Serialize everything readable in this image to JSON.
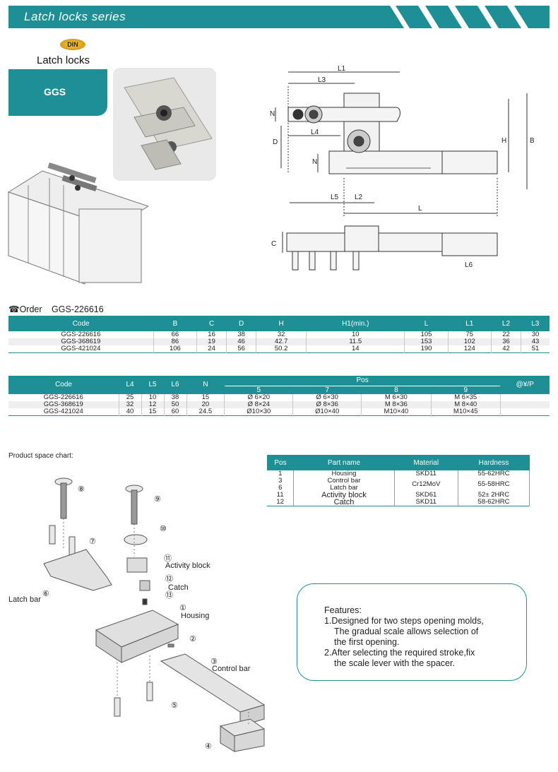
{
  "header": {
    "title": "Latch locks series"
  },
  "badge": {
    "din": "DIN"
  },
  "section_heading": "Latch locks",
  "product_tab": "GGS",
  "dimension_labels": {
    "L1": "L1",
    "L3": "L3",
    "L4": "L4",
    "L5": "L5",
    "L2": "L2",
    "L": "L",
    "L6": "L6",
    "N": "N",
    "D": "D",
    "H": "H",
    "B": "B",
    "C": "C"
  },
  "order": {
    "label": "Order",
    "code": "GGS-226616"
  },
  "table1": {
    "headers": [
      "Code",
      "B",
      "C",
      "D",
      "H",
      "H1(min.)",
      "L",
      "L1",
      "L2",
      "L3"
    ],
    "rows": [
      [
        "GGS-226616",
        "66",
        "16",
        "38",
        "32",
        "10",
        "105",
        "75",
        "22",
        "30"
      ],
      [
        "GGS-368619",
        "86",
        "19",
        "46",
        "42.7",
        "11.5",
        "153",
        "102",
        "36",
        "43"
      ],
      [
        "GGS-421024",
        "106",
        "24",
        "56",
        "50.2",
        "14",
        "190",
        "124",
        "42",
        "51"
      ]
    ]
  },
  "table2": {
    "headers": [
      "Code",
      "L4",
      "L5",
      "L6",
      "N",
      "Pos",
      "@¥/P"
    ],
    "pos_headers": [
      "5",
      "7",
      "8",
      "9"
    ],
    "rows": [
      [
        "GGS-226616",
        "25",
        "10",
        "38",
        "15",
        "Ø 6×20",
        "Ø 6×30",
        "M 6×30",
        "M 6×35",
        ""
      ],
      [
        "GGS-368619",
        "32",
        "12",
        "50",
        "20",
        "Ø 8×24",
        "Ø 8×36",
        "M 8×36",
        "M 8×40",
        ""
      ],
      [
        "GGS-421024",
        "40",
        "15",
        "60",
        "24.5",
        "Ø10×30",
        "Ø10×40",
        "M10×40",
        "M10×45",
        ""
      ]
    ]
  },
  "space_chart_title": "Product space chart:",
  "table3": {
    "headers": [
      "Pos",
      "Part name",
      "Material",
      "Hardness"
    ],
    "rows": [
      {
        "pos": "1",
        "name": "Housing",
        "material": "SKD11",
        "hardness": "55-62HRC"
      },
      {
        "pos": "3",
        "name": "Control bar",
        "material": "Cr12MoV",
        "hardness": "55-58HRC"
      },
      {
        "pos": "6",
        "name": "Latch bar",
        "material": "",
        "hardness": ""
      },
      {
        "pos": "11",
        "name": "Activity block",
        "material": "SKD61",
        "hardness": "52± 2HRC"
      },
      {
        "pos": "12",
        "name": "Catch",
        "material": "SKD11",
        "hardness": "58-62HRC"
      }
    ]
  },
  "exploded_labels": {
    "latch_bar": "Latch bar",
    "activity_block": "Activity block",
    "catch": "Catch",
    "housing": "Housing",
    "control_bar": "Control bar",
    "pos_numbers": [
      "①",
      "②",
      "③",
      "④",
      "⑤",
      "⑥",
      "⑦",
      "⑧",
      "⑨",
      "⑩",
      "⑪",
      "⑫",
      "⑬"
    ]
  },
  "features": {
    "title": "Features:",
    "lines": [
      "1.Designed for two steps opening molds,",
      "The gradual scale allows selection of",
      "the first opening.",
      "2.After selecting the required stroke,fix",
      "the scale lever with the spacer."
    ]
  },
  "colors": {
    "accent": "#1d8f95",
    "alt_row": "#efefef"
  }
}
